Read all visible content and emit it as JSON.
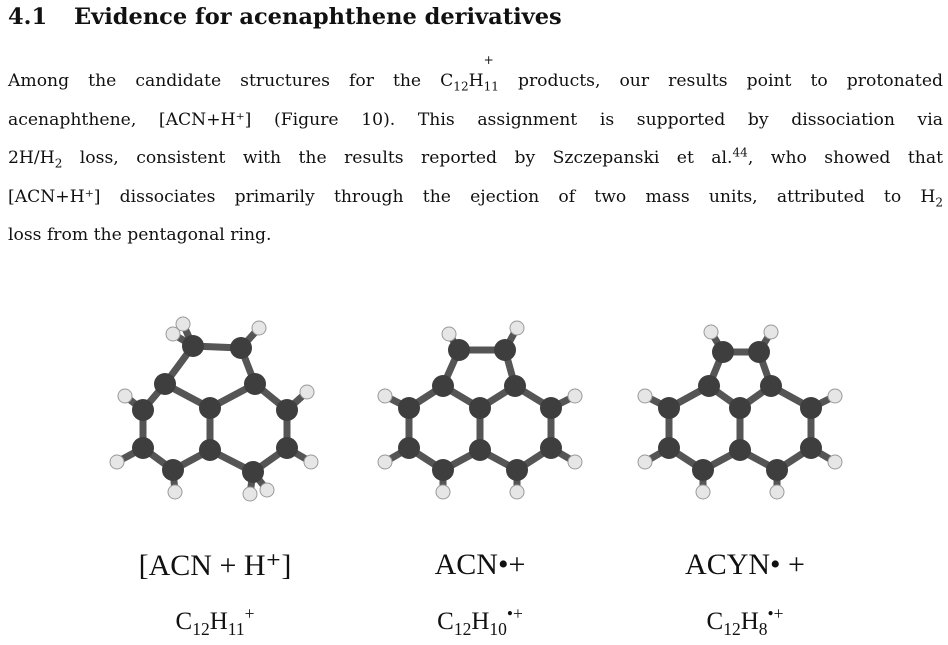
{
  "section": {
    "number": "4.1",
    "title": "Evidence for acenaphthene derivatives"
  },
  "paragraph": {
    "l1_a": "Among the candidate structures for the C",
    "l1_sub1": "12",
    "l1_b": "H",
    "l1_sub2": "11",
    "l1_sup": "+",
    "l1_c": " products, our results point to protonated",
    "l2": "acenaphthene, [ACN+H⁺] (Figure 10).  This assignment is supported by dissociation via",
    "l3_a": "2H/H",
    "l3_sub": "2",
    "l3_b": " loss, consistent with the results reported by Szczepanski et al.",
    "l3_ref": "44",
    "l3_c": ", who showed that",
    "l4_a": "[ACN+H⁺] dissociates primarily through the ejection of two mass units, attributed to H",
    "l4_sub": "2",
    "l5": "loss from the pentagonal ring."
  },
  "figure": {
    "molecules": [
      {
        "name": "[ACN + H⁺]",
        "formula_main": "C",
        "f_sub1": "12",
        "f_h": "H",
        "f_sub2": "11",
        "f_sup": "+"
      },
      {
        "name": "ACN•+",
        "formula_main": "C",
        "f_sub1": "12",
        "f_h": "H",
        "f_sub2": "10",
        "f_sup": "•+"
      },
      {
        "name": "ACYN• +",
        "formula_main": "C",
        "f_sub1": "12",
        "f_h": "H",
        "f_sub2": "8",
        "f_sup": "•+"
      }
    ],
    "colors": {
      "carbon": "#3e3e3e",
      "hydrogen": "#e6e6e6",
      "bond": "#555555"
    }
  }
}
